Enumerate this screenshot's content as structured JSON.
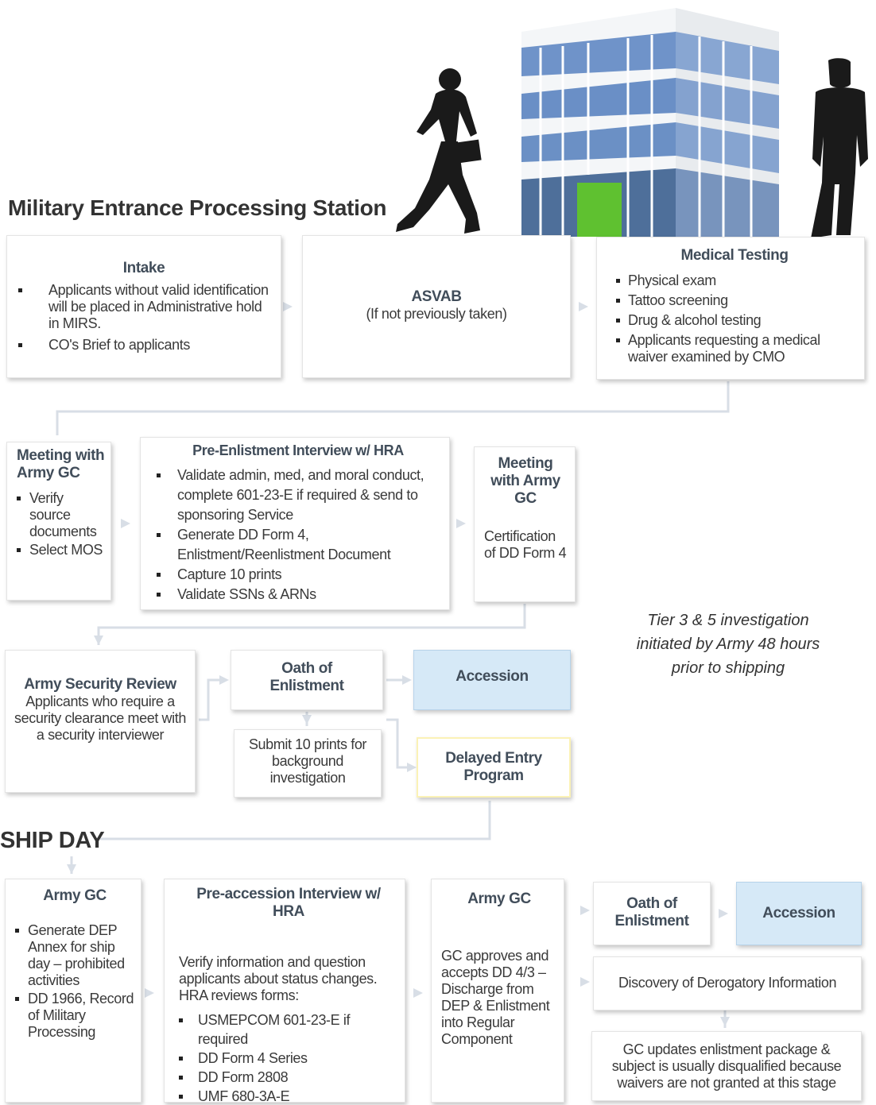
{
  "headings": {
    "meps": "Military Entrance Processing Station",
    "ship_day": "SHIP DAY"
  },
  "colors": {
    "accession_fill": "#d6e9f7",
    "door_green": "#5fc130",
    "silhouette": "#1a1a1a",
    "connector": "#d8dee6",
    "dep_border": "#fbf2b6"
  },
  "illustration": {
    "icons": [
      "walking-recruit-with-box",
      "office-building",
      "standing-soldier"
    ]
  },
  "row1": {
    "intake": {
      "title": "Intake",
      "items": [
        "Applicants without valid identification will be placed in Administrative hold in MIRS.",
        "CO's Brief to applicants"
      ]
    },
    "asvab": {
      "title": "ASVAB",
      "subtitle": "(If not previously taken)"
    },
    "medical": {
      "title": "Medical Testing",
      "items": [
        "Physical exam",
        "Tattoo screening",
        "Drug & alcohol testing",
        "Applicants requesting a medical waiver examined by CMO"
      ]
    }
  },
  "row2": {
    "meeting1": {
      "title": "Meeting with Army GC",
      "items": [
        "Verify source documents",
        "Select MOS"
      ]
    },
    "interview": {
      "title": "Pre-Enlistment  Interview w/ HRA",
      "items": [
        "Validate admin, med, and moral conduct, complete 601-23-E if required & send to sponsoring Service",
        "Generate DD Form 4, Enlistment/Reenlistment  Document",
        "Capture 10 prints",
        "Validate SSNs & ARNs"
      ]
    },
    "meeting2": {
      "title": "Meeting with Army GC",
      "text": "Certification of DD Form 4"
    }
  },
  "row3": {
    "security": {
      "title": "Army  Security Review",
      "text": "Applicants who require a security clearance meet with a security interviewer"
    },
    "oath": {
      "title": "Oath of Enlistment"
    },
    "accession": {
      "title": "Accession"
    },
    "prints": {
      "text": "Submit 10 prints for background investigation"
    },
    "dep": {
      "title": "Delayed Entry Program"
    },
    "note": "Tier 3 & 5 investigation initiated by Army 48 hours prior to shipping"
  },
  "row4": {
    "gc": {
      "title": "Army GC",
      "items": [
        "Generate DEP Annex for ship day – prohibited activities",
        "DD 1966, Record of Military Processing"
      ]
    },
    "preaccession": {
      "title": "Pre-accession Interview w/ HRA",
      "intro": "Verify information  and question applicants  about status  changes. HRA reviews forms:",
      "items": [
        "USMEPCOM 601-23-E if required",
        "DD Form 4 Series",
        "DD Form 2808",
        "UMF 680-3A-E"
      ]
    },
    "gc2": {
      "title": "Army GC",
      "text": "GC approves and accepts DD 4/3 – Discharge from DEP & Enlistment into Regular Component"
    },
    "oath": {
      "title": "Oath of Enlistment"
    },
    "accession": {
      "title": "Accession"
    },
    "derog": {
      "text": "Discovery of Derogatory Information"
    },
    "update": {
      "text": "GC updates enlistment package & subject is usually disqualified because waivers are not granted at this stage"
    }
  }
}
